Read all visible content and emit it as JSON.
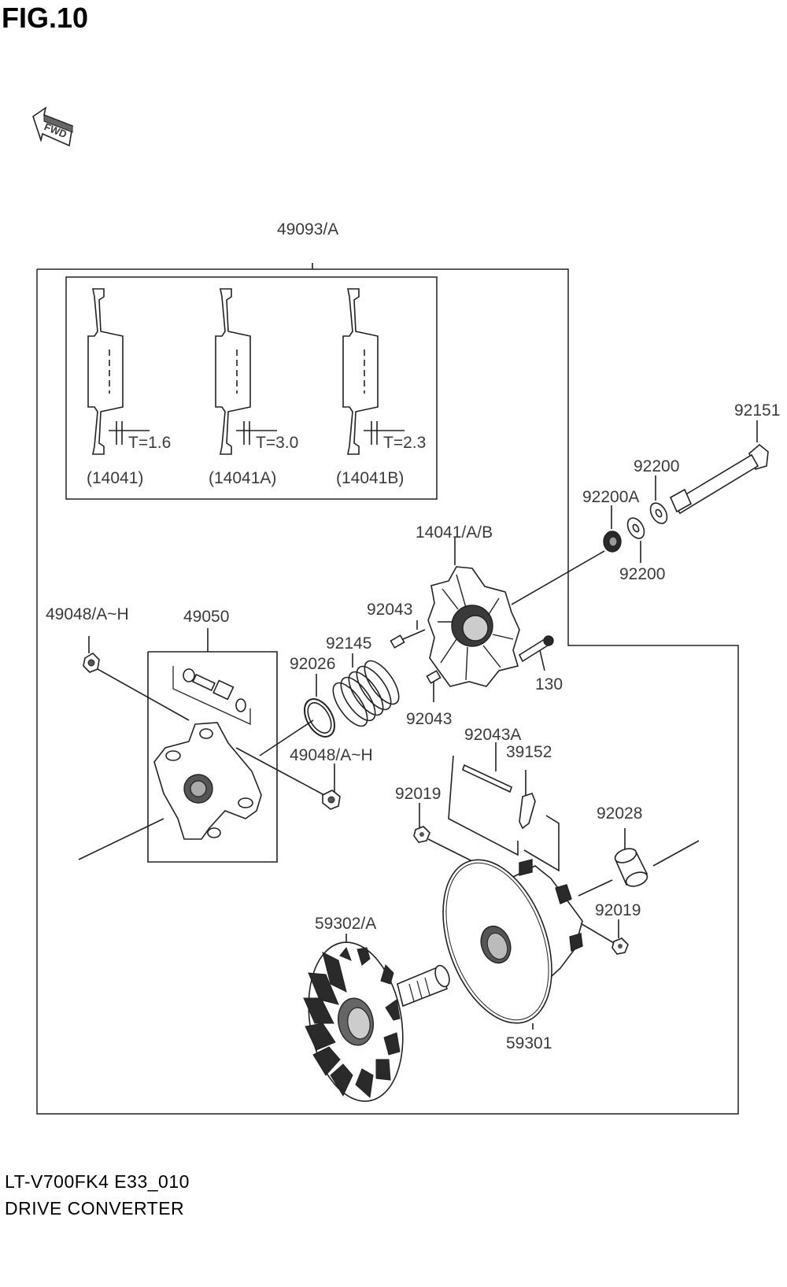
{
  "figure_title": "FIG.10",
  "footer": {
    "model_code": "LT-V700FK4 E33_010",
    "page_name": "DRIVE CONVERTER"
  },
  "fwd_label": "FWD",
  "inset": {
    "variants": [
      {
        "thickness": "T=1.6",
        "part": "(14041)"
      },
      {
        "thickness": "T=3.0",
        "part": "(14041A)"
      },
      {
        "thickness": "T=2.3",
        "part": "(14041B)"
      }
    ]
  },
  "callouts": {
    "assembly": "49093/A",
    "bolt": "92151",
    "washer_top": "92200",
    "washer_bearing": "92200A",
    "washer_bottom": "92200",
    "cover": "14041/A/B",
    "pin_top": "92043",
    "pin_bottom": "92043",
    "screw": "130",
    "spring": "92145",
    "oring": "92026",
    "spider_assy": "49050",
    "nut_left": "49048/A~H",
    "nut_mid": "49048/A~H",
    "pin_long": "92043A",
    "weight": "39152",
    "nut_small_left": "92019",
    "bushing": "92028",
    "nut_small_right": "92019",
    "fixed_sheave": "59302/A",
    "movable_sheave": "59301"
  }
}
